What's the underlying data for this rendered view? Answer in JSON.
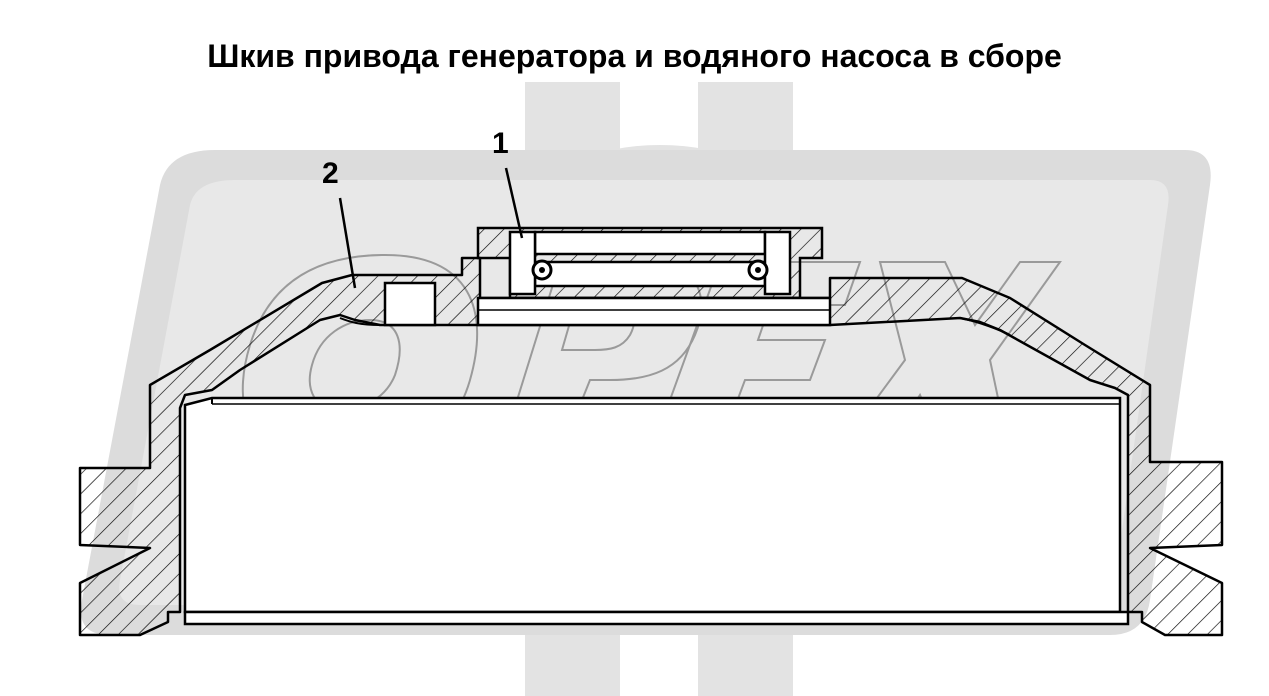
{
  "title": "Шкив привода генератора и водяного насоса в сборе",
  "watermark": {
    "text": "OPEX"
  },
  "callouts": [
    {
      "label": "1",
      "part": "oil-seal"
    },
    {
      "label": "2",
      "part": "pulley"
    }
  ],
  "colors": {
    "outline": "#000000",
    "watermark": "#d9d9d9",
    "hatch": "#000000",
    "background": "#ffffff"
  }
}
